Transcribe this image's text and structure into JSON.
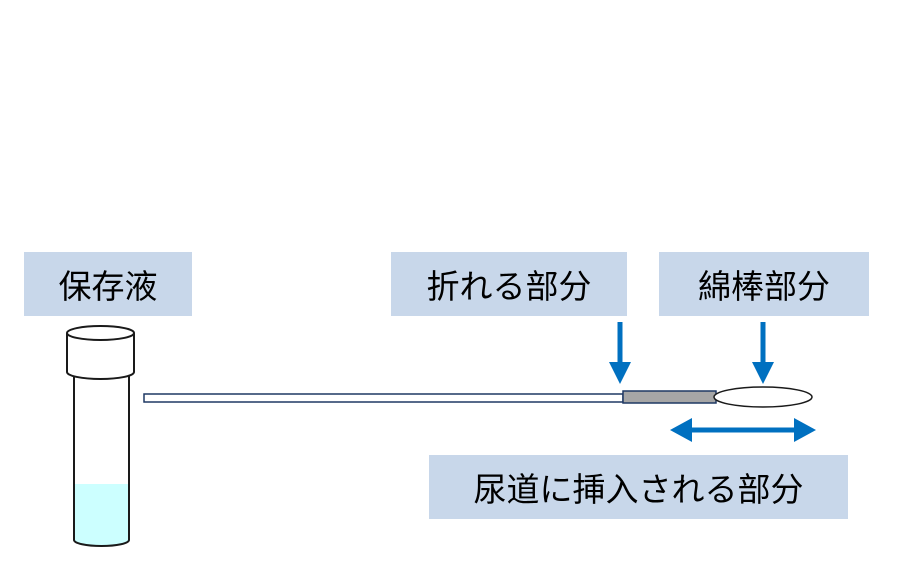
{
  "labels": {
    "preservative": "保存液",
    "break_point": "折れる部分",
    "cotton_swab": "綿棒部分",
    "insertion_part": "尿道に挿入される部分"
  },
  "colors": {
    "label_background": "#c8d7ea",
    "arrow": "#0070c0",
    "liquid": "#ccffff",
    "outline": "#1f3864",
    "break_segment": "#a6a6a6"
  },
  "icons": {
    "test_tube": "test-tube-icon",
    "swab_stick": "swab-stick-icon",
    "arrow_down": "arrow-down-icon",
    "double_arrow": "double-arrow-icon"
  }
}
